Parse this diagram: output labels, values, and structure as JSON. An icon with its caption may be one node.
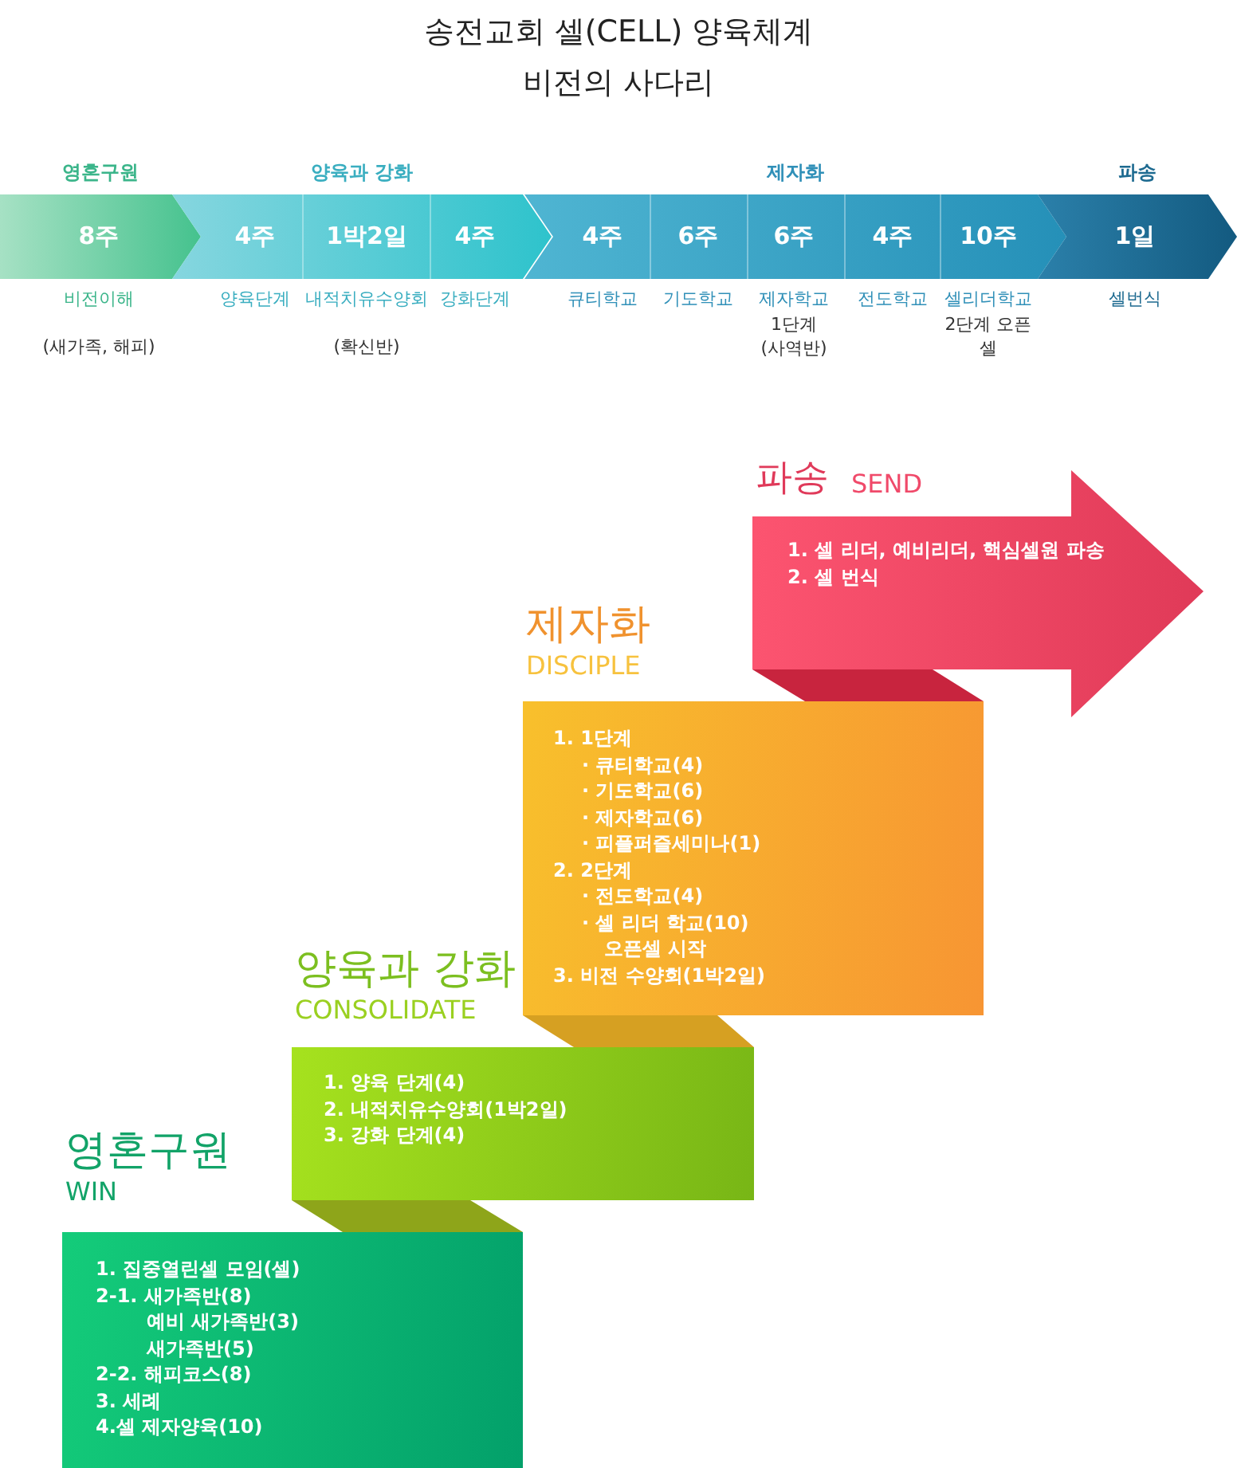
{
  "diagram": {
    "title": "송전교회 셀(CELL) 양육체계 비전의 사다리",
    "nodes": [
      {
        "text": [
          "영혼구원"
        ],
        "beside": [
          "(새가족, 해피)"
        ]
      },
      {
        "text": [
          "8주"
        ],
        "in": 0,
        "beside": [
          "비전이해"
        ]
      },
      {
        "text": [
          "양육과 강화"
        ],
        "beside": [
          "(확신반)"
        ]
      },
      {
        "text": [
          "4주"
        ],
        "in": 2,
        "beside": [
          "양육단계"
        ]
      },
      {
        "text": [
          "1박2일"
        ],
        "in": 2,
        "beside": [
          "내적치유수양회"
        ]
      },
      {
        "text": [
          "4주"
        ],
        "in": 2,
        "beside": [
          "강화단계"
        ]
      },
      {
        "text": [
          "제자화"
        ]
      },
      {
        "text": [
          "4주"
        ],
        "in": 6,
        "beside": [
          "큐티학교"
        ]
      },
      {
        "text": [
          "6주"
        ],
        "in": 6,
        "beside": [
          "기도학교"
        ]
      },
      {
        "text": [
          "6주"
        ],
        "in": 6,
        "beside": [
          "제자학교",
          "1단계 (사역반)"
        ]
      },
      {
        "text": [
          "4주"
        ],
        "in": 6,
        "beside": [
          "전도학교"
        ]
      },
      {
        "text": [
          "10주"
        ],
        "in": 6,
        "beside": [
          "셀리더학교",
          "2단계 오픈 셀"
        ]
      },
      {
        "text": [
          "파송"
        ]
      },
      {
        "text": [
          "1일"
        ],
        "in": 12,
        "beside": [
          "셀번식"
        ]
      },
      {
        "text": [
          "파송",
          "SEND",
          "1. 셀 리더, 예비리더, 핵심셀원 파송",
          "2. 셀 번식"
        ]
      },
      {
        "text": [
          "제자화",
          "DISCIPLE",
          "1. 1단계",
          "· 큐티학교(4)",
          "· 기도학교(6)",
          "· 제자학교(6)",
          "· 피플퍼즐세미나(1)",
          "2. 2단계",
          "· 전도학교(4)",
          "· 셀 리더 학교(10)",
          "오픈셀 시작",
          "3. 비전 수양회(1박2일)"
        ]
      },
      {
        "text": [
          "양육과 강화",
          "CONSOLIDATE",
          "1. 양육 단계(4)",
          "2. 내적치유수양회(1박2일)",
          "3. 강화 단계(4)"
        ]
      },
      {
        "text": [
          "영혼구원",
          "WIN",
          "1. 집중열린셀 모임(셀)",
          "2-1. 새가족반(8)",
          "예비 새가족반(3)",
          "새가족반(5)",
          "2-2. 해피코스(8)",
          "3. 세례",
          "4.셀 제자양육(10)"
        ]
      }
    ]
  }
}
